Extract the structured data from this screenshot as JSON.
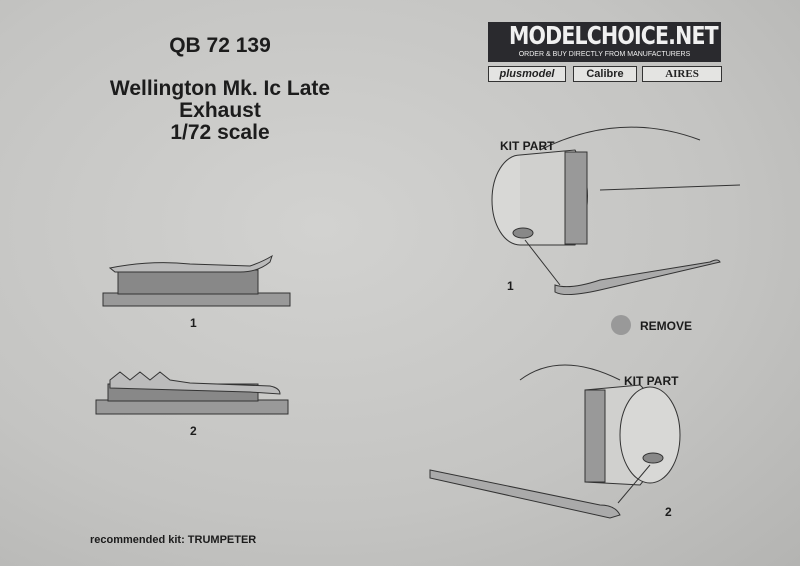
{
  "header": {
    "code": "QB 72 139",
    "title_lines": [
      "Wellington Mk. Ic Late",
      "Exhaust",
      "1/72 scale"
    ]
  },
  "logo": {
    "name": "MODELCHOICE.NET",
    "tagline": "ORDER & BUY DIRECTLY FROM MANUFACTURERS",
    "brands": [
      "plusmodel",
      "Calibre",
      "AIRES"
    ]
  },
  "diagrams": {
    "part1": "1",
    "part2": "2",
    "kit_part": "KIT PART",
    "remove": "REMOVE",
    "step1": "1",
    "step2": "2"
  },
  "footer": {
    "recommended": "recommended kit: TRUMPETER"
  }
}
